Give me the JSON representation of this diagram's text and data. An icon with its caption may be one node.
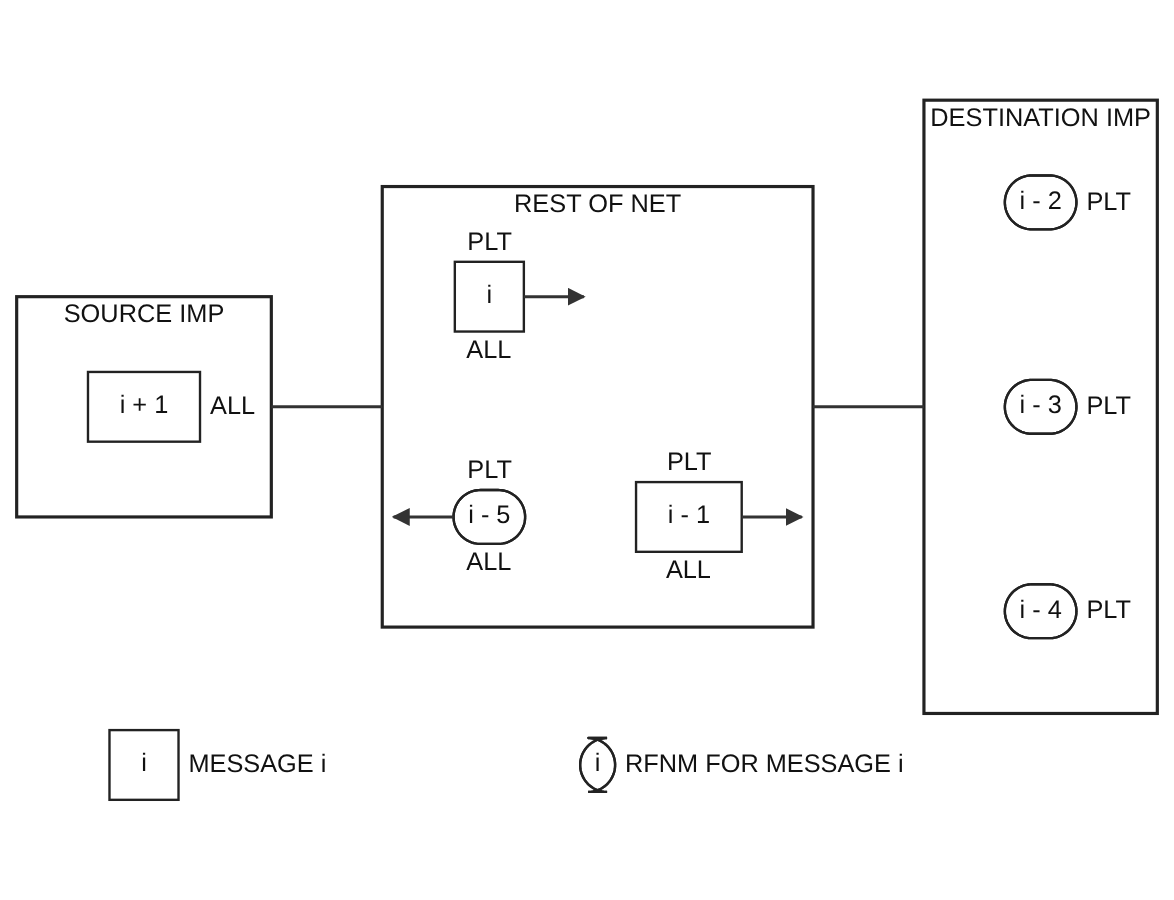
{
  "diagram": {
    "nodes": [
      {
        "text": [
          "SOURCE IMP"
        ]
      },
      {
        "text": [
          "i + 1"
        ],
        "in": 0,
        "beside": [
          "ALL"
        ]
      },
      {
        "text": [
          "REST OF NET"
        ]
      },
      {
        "text": [
          "i"
        ],
        "in": 2,
        "beside": [
          "PLT",
          "ALL"
        ]
      },
      {
        "text": [
          "i - 1"
        ],
        "in": 2,
        "beside": [
          "PLT",
          "ALL"
        ]
      },
      {
        "text": [
          "i - 5"
        ],
        "in": 2,
        "beside": [
          "PLT",
          "ALL"
        ]
      },
      {
        "text": [
          "DESTINATION IMP"
        ]
      },
      {
        "text": [
          "i - 2"
        ],
        "in": 6,
        "beside": [
          "PLT"
        ]
      },
      {
        "text": [
          "i - 3"
        ],
        "in": 6,
        "beside": [
          "PLT"
        ]
      },
      {
        "text": [
          "i - 4"
        ],
        "in": 6,
        "beside": [
          "PLT"
        ]
      },
      {
        "text": [
          "i"
        ],
        "beside": [
          "MESSAGE i"
        ]
      },
      {
        "text": [
          "i"
        ],
        "beside": [
          "RFNM FOR MESSAGE i"
        ]
      }
    ],
    "edges": [
      {
        "from": 0,
        "to": 2,
        "arrow": "none"
      },
      {
        "from": 2,
        "to": 6,
        "arrow": "none"
      },
      {
        "from": 3,
        "to": null,
        "arrow": "to"
      },
      {
        "from": 4,
        "to": null,
        "arrow": "to"
      },
      {
        "from": 5,
        "to": null,
        "arrow": "to"
      }
    ]
  }
}
